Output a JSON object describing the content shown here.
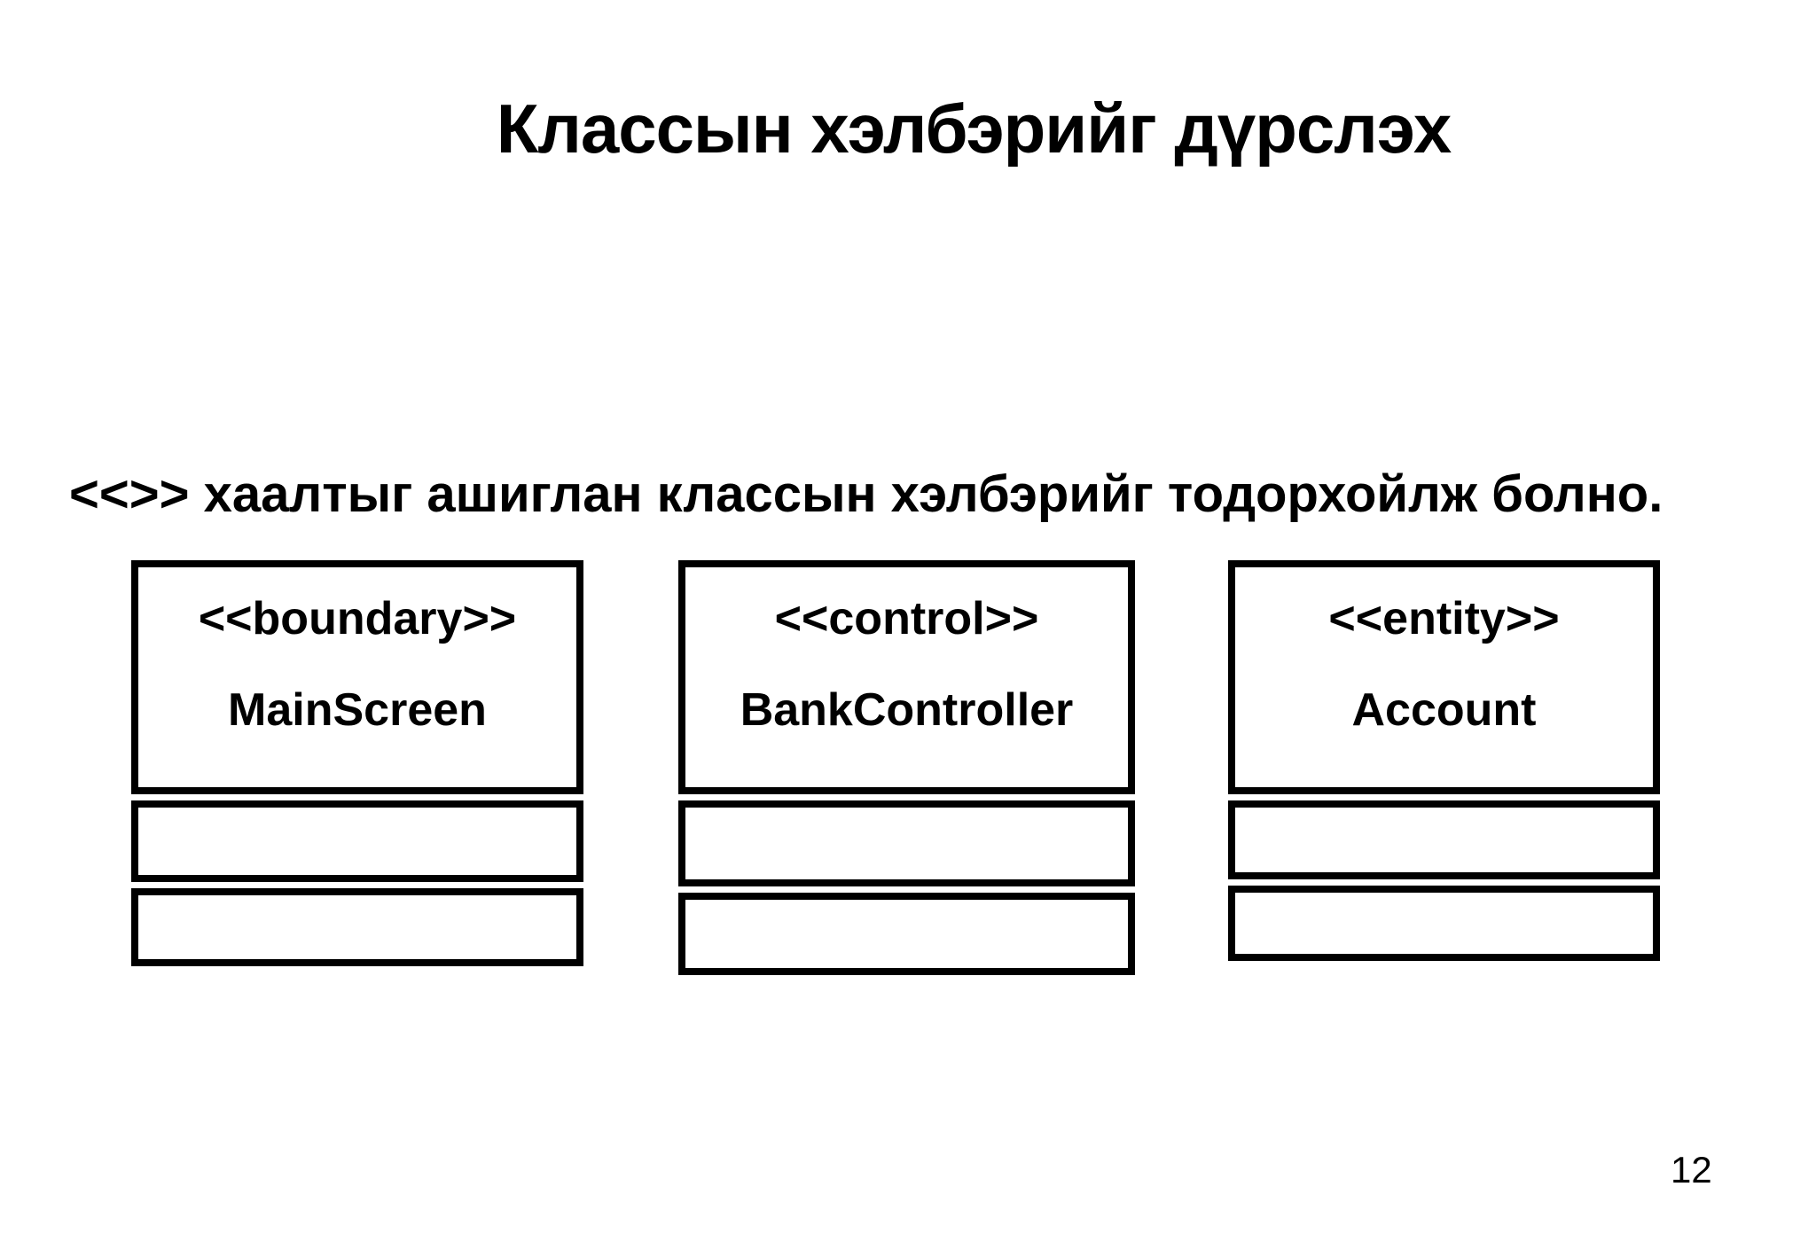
{
  "slide": {
    "title": "Классын хэлбэрийг дүрслэх",
    "subtitle": "<<>> хаалтыг ашиглан классын хэлбэрийг тодорхойлж болно.",
    "page_number": "12",
    "colors": {
      "background": "#ffffff",
      "text": "#000000",
      "box_border": "#000000"
    }
  },
  "uml_classes": [
    {
      "stereotype": "<<boundary>>",
      "name": "MainScreen"
    },
    {
      "stereotype": "<<control>>",
      "name": "BankController"
    },
    {
      "stereotype": "<<entity>>",
      "name": "Account"
    }
  ]
}
